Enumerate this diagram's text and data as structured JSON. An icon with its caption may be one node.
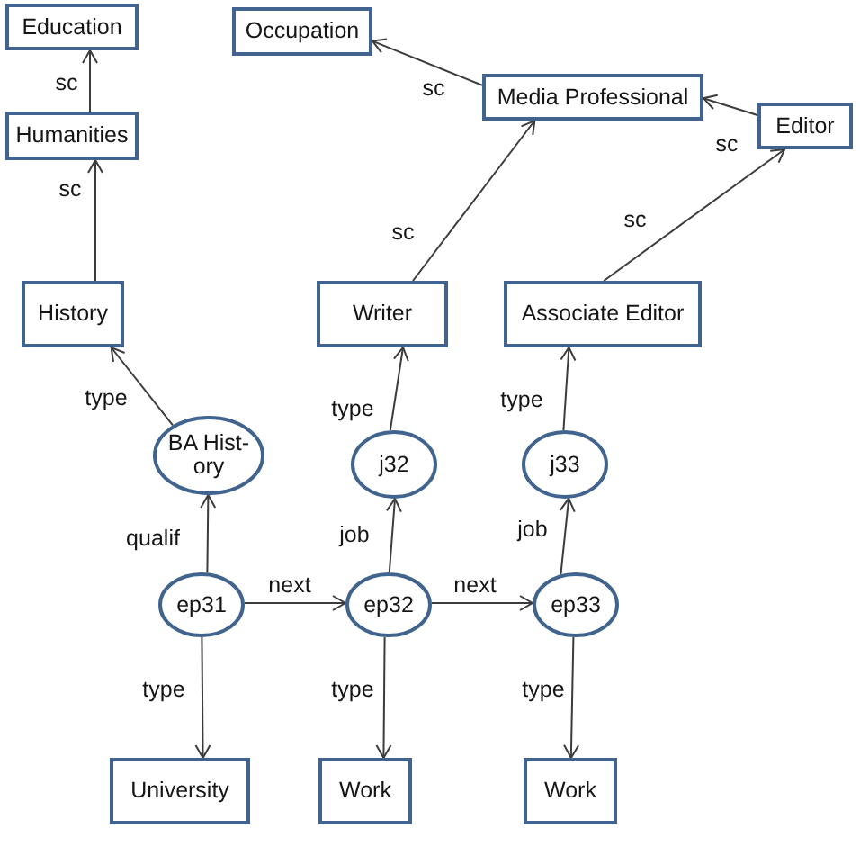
{
  "diagram": {
    "nodes": [
      {
        "text": [
          "Education"
        ]
      },
      {
        "text": [
          "Humanities"
        ]
      },
      {
        "text": [
          "History"
        ]
      },
      {
        "text": [
          "Occupation"
        ]
      },
      {
        "text": [
          "Media Professional"
        ]
      },
      {
        "text": [
          "Editor"
        ]
      },
      {
        "text": [
          "Writer"
        ]
      },
      {
        "text": [
          "Associate Editor"
        ]
      },
      {
        "text": [
          "BA Hist- ory"
        ]
      },
      {
        "text": [
          "j32"
        ]
      },
      {
        "text": [
          "j33"
        ]
      },
      {
        "text": [
          "ep31"
        ]
      },
      {
        "text": [
          "ep32"
        ]
      },
      {
        "text": [
          "ep33"
        ]
      },
      {
        "text": [
          "University"
        ]
      },
      {
        "text": [
          "Work"
        ]
      },
      {
        "text": [
          "Work"
        ]
      }
    ],
    "edges": [
      {
        "from": 1,
        "to": 0,
        "arrow": "to",
        "label": "sc"
      },
      {
        "from": 2,
        "to": 1,
        "arrow": "to",
        "label": "sc"
      },
      {
        "from": 4,
        "to": 3,
        "arrow": "to",
        "label": "sc"
      },
      {
        "from": 5,
        "to": 4,
        "arrow": "to",
        "label": "sc"
      },
      {
        "from": 6,
        "to": 4,
        "arrow": "to",
        "label": "sc"
      },
      {
        "from": 7,
        "to": 5,
        "arrow": "to",
        "label": "sc"
      },
      {
        "from": 8,
        "to": 2,
        "arrow": "to",
        "label": "type"
      },
      {
        "from": 9,
        "to": 6,
        "arrow": "to",
        "label": "type"
      },
      {
        "from": 10,
        "to": 7,
        "arrow": "to",
        "label": "type"
      },
      {
        "from": 11,
        "to": 8,
        "arrow": "to",
        "label": "qualif"
      },
      {
        "from": 12,
        "to": 9,
        "arrow": "to",
        "label": "job"
      },
      {
        "from": 13,
        "to": 10,
        "arrow": "to",
        "label": "job"
      },
      {
        "from": 11,
        "to": 12,
        "arrow": "to",
        "label": "next"
      },
      {
        "from": 12,
        "to": 13,
        "arrow": "to",
        "label": "next"
      },
      {
        "from": 11,
        "to": 14,
        "arrow": "to",
        "label": "type"
      },
      {
        "from": 12,
        "to": 15,
        "arrow": "to",
        "label": "type"
      },
      {
        "from": 13,
        "to": 16,
        "arrow": "to",
        "label": "type"
      }
    ]
  }
}
